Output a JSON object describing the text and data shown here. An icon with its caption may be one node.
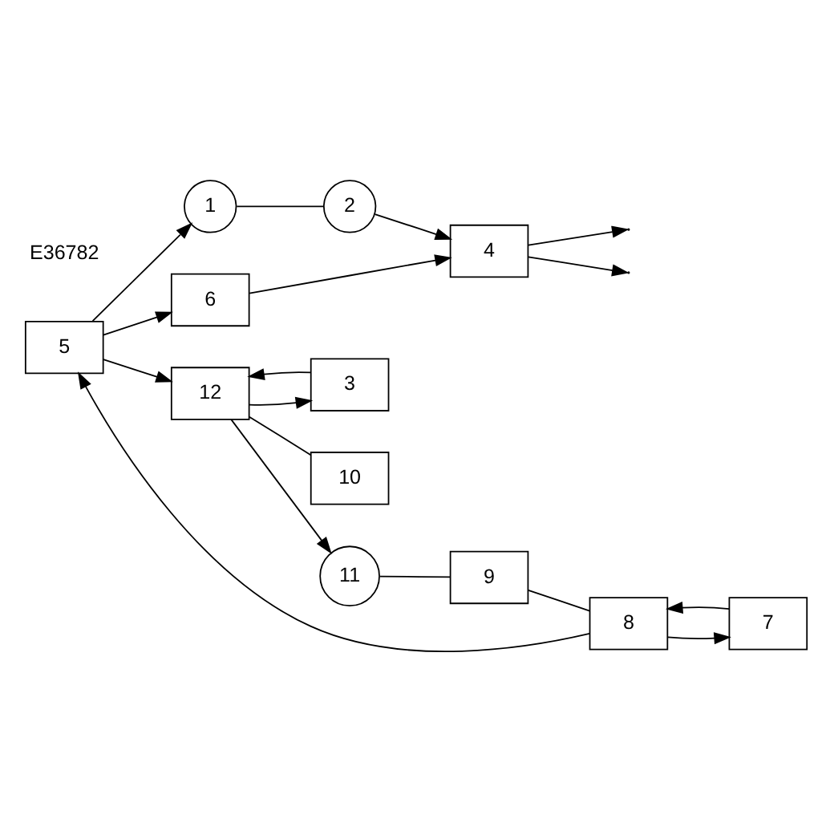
{
  "diagram": {
    "nodes": [
      {
        "text": [
          "1"
        ]
      },
      {
        "text": [
          "2"
        ]
      },
      {
        "text": [
          "3"
        ]
      },
      {
        "text": [
          "4"
        ]
      },
      {
        "text": [
          "5"
        ]
      },
      {
        "text": [
          "6"
        ]
      },
      {
        "text": [
          "7"
        ]
      },
      {
        "text": [
          "8"
        ]
      },
      {
        "text": [
          "9"
        ]
      },
      {
        "text": [
          "10"
        ]
      },
      {
        "text": [
          "11"
        ]
      },
      {
        "text": [
          "12"
        ]
      }
    ],
    "edges": [
      {
        "from": 7,
        "to": 4,
        "arrow": "to"
      },
      {
        "from": 4,
        "to": 11,
        "arrow": "to"
      },
      {
        "from": 11,
        "to": 2,
        "arrow": "to"
      },
      {
        "from": 2,
        "to": 11,
        "arrow": "to"
      },
      {
        "from": 11,
        "to": 9,
        "arrow": "none"
      },
      {
        "from": 11,
        "to": 10,
        "arrow": "to"
      },
      {
        "from": 10,
        "to": 8,
        "arrow": "none"
      },
      {
        "from": 8,
        "to": 7,
        "arrow": "none"
      },
      {
        "from": 4,
        "to": 0,
        "arrow": "to"
      },
      {
        "from": 0,
        "to": 1,
        "arrow": "none"
      },
      {
        "from": 1,
        "to": 3,
        "arrow": "to"
      },
      {
        "from": 4,
        "to": 5,
        "arrow": "to"
      },
      {
        "from": 5,
        "to": 3,
        "arrow": "to"
      },
      {
        "from": 3,
        "to": null,
        "arrow": "to"
      },
      {
        "from": 3,
        "to": null,
        "arrow": "to"
      },
      {
        "from": 6,
        "to": 7,
        "arrow": "to"
      },
      {
        "from": 7,
        "to": 6,
        "arrow": "to"
      }
    ],
    "labels": [
      "E36782"
    ]
  }
}
